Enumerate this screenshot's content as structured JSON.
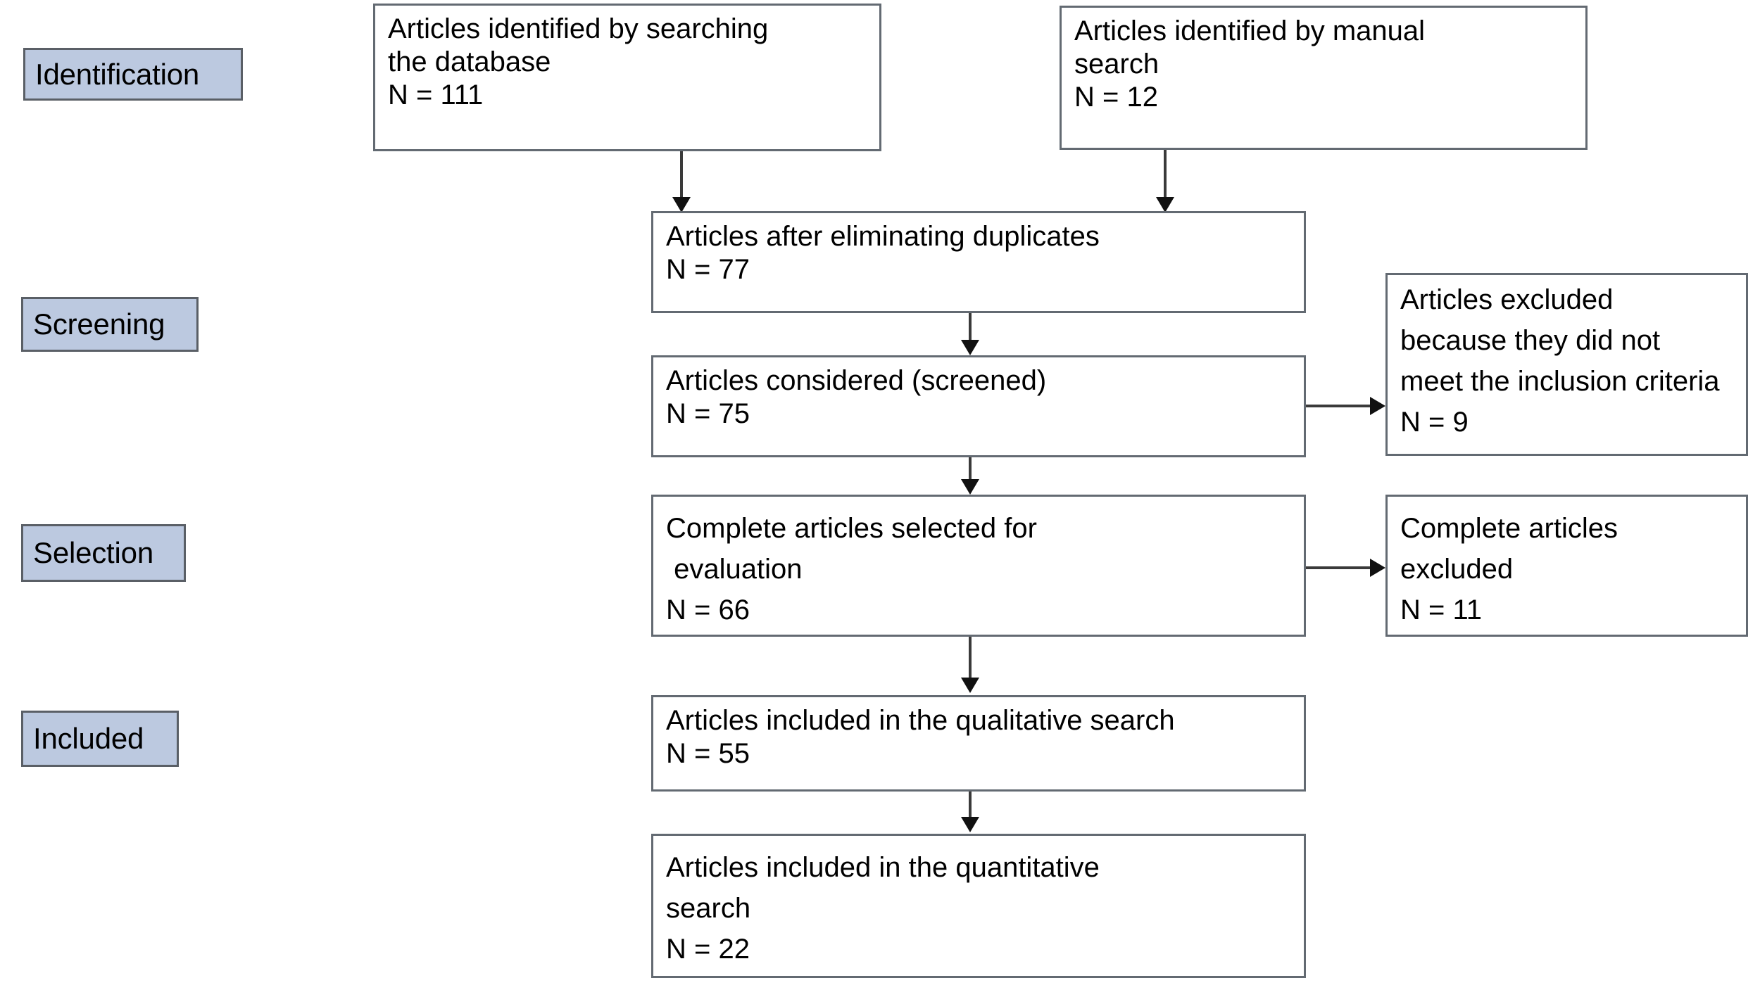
{
  "diagram": {
    "type": "prisma-flow-diagram",
    "title": "",
    "stage_labels": [
      {
        "id": "identification",
        "text": "Identification"
      },
      {
        "id": "screening",
        "text": "Screening"
      },
      {
        "id": "selection",
        "text": "Selection"
      },
      {
        "id": "included",
        "text": "Included"
      }
    ],
    "boxes": [
      {
        "id": "identified-database",
        "lines": [
          "Articles identified by searching",
          "the database",
          "N = 111"
        ],
        "count": 111
      },
      {
        "id": "identified-manual",
        "lines": [
          "Articles identified by manual",
          "search",
          "N = 12"
        ],
        "count": 12
      },
      {
        "id": "after-duplicates",
        "lines": [
          "Articles after eliminating duplicates",
          "N = 77"
        ],
        "count": 77
      },
      {
        "id": "screened",
        "lines": [
          "Articles considered (screened)",
          "N = 75"
        ],
        "count": 75
      },
      {
        "id": "excluded-criteria",
        "lines": [
          "Articles excluded",
          "because they did not",
          "meet the inclusion criteria",
          "N = 9"
        ],
        "count": 9
      },
      {
        "id": "full-text-assessed",
        "lines": [
          "Complete articles selected for",
          " evaluation",
          "N = 66"
        ],
        "count": 66
      },
      {
        "id": "full-text-excluded",
        "lines": [
          "Complete articles",
          "excluded",
          "N = 11"
        ],
        "count": 11
      },
      {
        "id": "qualitative",
        "lines": [
          "Articles included in the qualitative search",
          "N = 55"
        ],
        "count": 55
      },
      {
        "id": "quantitative",
        "lines": [
          "Articles included in the quantitative",
          "search",
          "N = 22"
        ],
        "count": 22
      }
    ],
    "colors": {
      "stage_fill": "#bcc9e0",
      "stage_border": "#5a5f66",
      "box_fill": "#ffffff",
      "box_border": "#636a72",
      "connector": "#3a3a3a",
      "text": "#000000",
      "background": "#ffffff"
    }
  },
  "chart_data": {
    "type": "diagram",
    "title": "PRISMA article selection flow",
    "nodes": [
      {
        "id": "identified-database",
        "label": "Articles identified by searching the database",
        "n": 111,
        "stage": "Identification"
      },
      {
        "id": "identified-manual",
        "label": "Articles identified by manual search",
        "n": 12,
        "stage": "Identification"
      },
      {
        "id": "after-duplicates",
        "label": "Articles after eliminating duplicates",
        "n": 77,
        "stage": "Screening"
      },
      {
        "id": "screened",
        "label": "Articles considered (screened)",
        "n": 75,
        "stage": "Screening"
      },
      {
        "id": "excluded-criteria",
        "label": "Articles excluded because they did not meet the inclusion criteria",
        "n": 9,
        "stage": "Screening"
      },
      {
        "id": "full-text-assessed",
        "label": "Complete articles selected for evaluation",
        "n": 66,
        "stage": "Selection"
      },
      {
        "id": "full-text-excluded",
        "label": "Complete articles excluded",
        "n": 11,
        "stage": "Selection"
      },
      {
        "id": "qualitative",
        "label": "Articles included in the qualitative search",
        "n": 55,
        "stage": "Included"
      },
      {
        "id": "quantitative",
        "label": "Articles included in the quantitative search",
        "n": 22,
        "stage": "Included"
      }
    ],
    "edges": [
      {
        "from": "identified-database",
        "to": "after-duplicates"
      },
      {
        "from": "identified-manual",
        "to": "after-duplicates"
      },
      {
        "from": "after-duplicates",
        "to": "screened"
      },
      {
        "from": "screened",
        "to": "excluded-criteria"
      },
      {
        "from": "screened",
        "to": "full-text-assessed"
      },
      {
        "from": "full-text-assessed",
        "to": "full-text-excluded"
      },
      {
        "from": "full-text-assessed",
        "to": "qualitative"
      },
      {
        "from": "qualitative",
        "to": "quantitative"
      }
    ]
  }
}
